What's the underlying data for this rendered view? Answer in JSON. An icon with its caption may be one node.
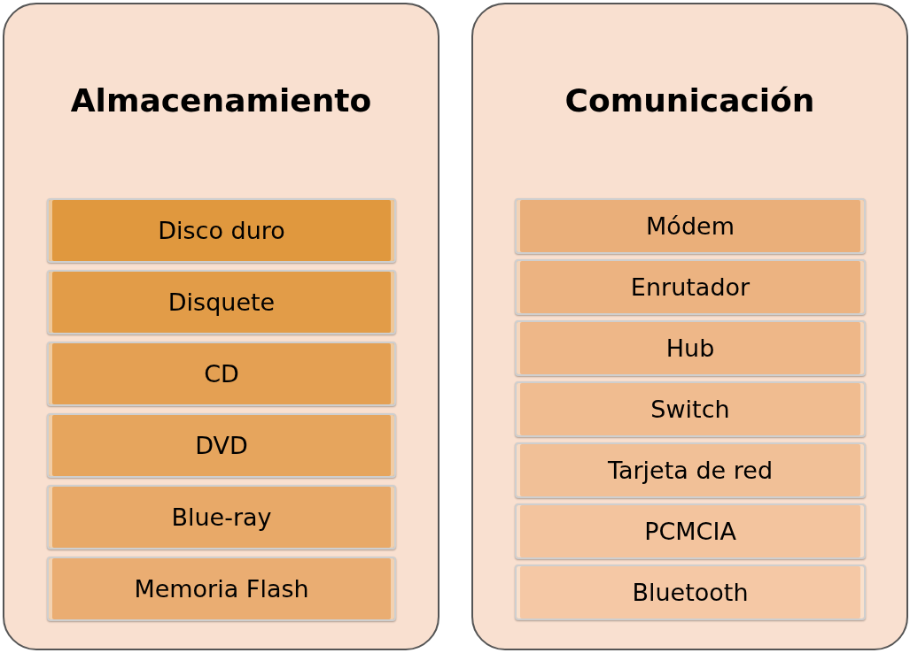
{
  "diagram": {
    "nodes": [
      {
        "text": [
          "Almacenamiento"
        ]
      },
      {
        "text": [
          "Disco duro"
        ],
        "in": 0
      },
      {
        "text": [
          "Disquete"
        ],
        "in": 0
      },
      {
        "text": [
          "CD"
        ],
        "in": 0
      },
      {
        "text": [
          "DVD"
        ],
        "in": 0
      },
      {
        "text": [
          "Blue-ray"
        ],
        "in": 0
      },
      {
        "text": [
          "Memoria Flash"
        ],
        "in": 0
      },
      {
        "text": [
          "Comunicación"
        ]
      },
      {
        "text": [
          "Módem"
        ],
        "in": 7
      },
      {
        "text": [
          "Enrutador"
        ],
        "in": 7
      },
      {
        "text": [
          "Hub"
        ],
        "in": 7
      },
      {
        "text": [
          "Switch"
        ],
        "in": 7
      },
      {
        "text": [
          "Tarjeta de red"
        ],
        "in": 7
      },
      {
        "text": [
          "PCMCIA"
        ],
        "in": 7
      },
      {
        "text": [
          "Bluetooth"
        ],
        "in": 7
      }
    ]
  }
}
